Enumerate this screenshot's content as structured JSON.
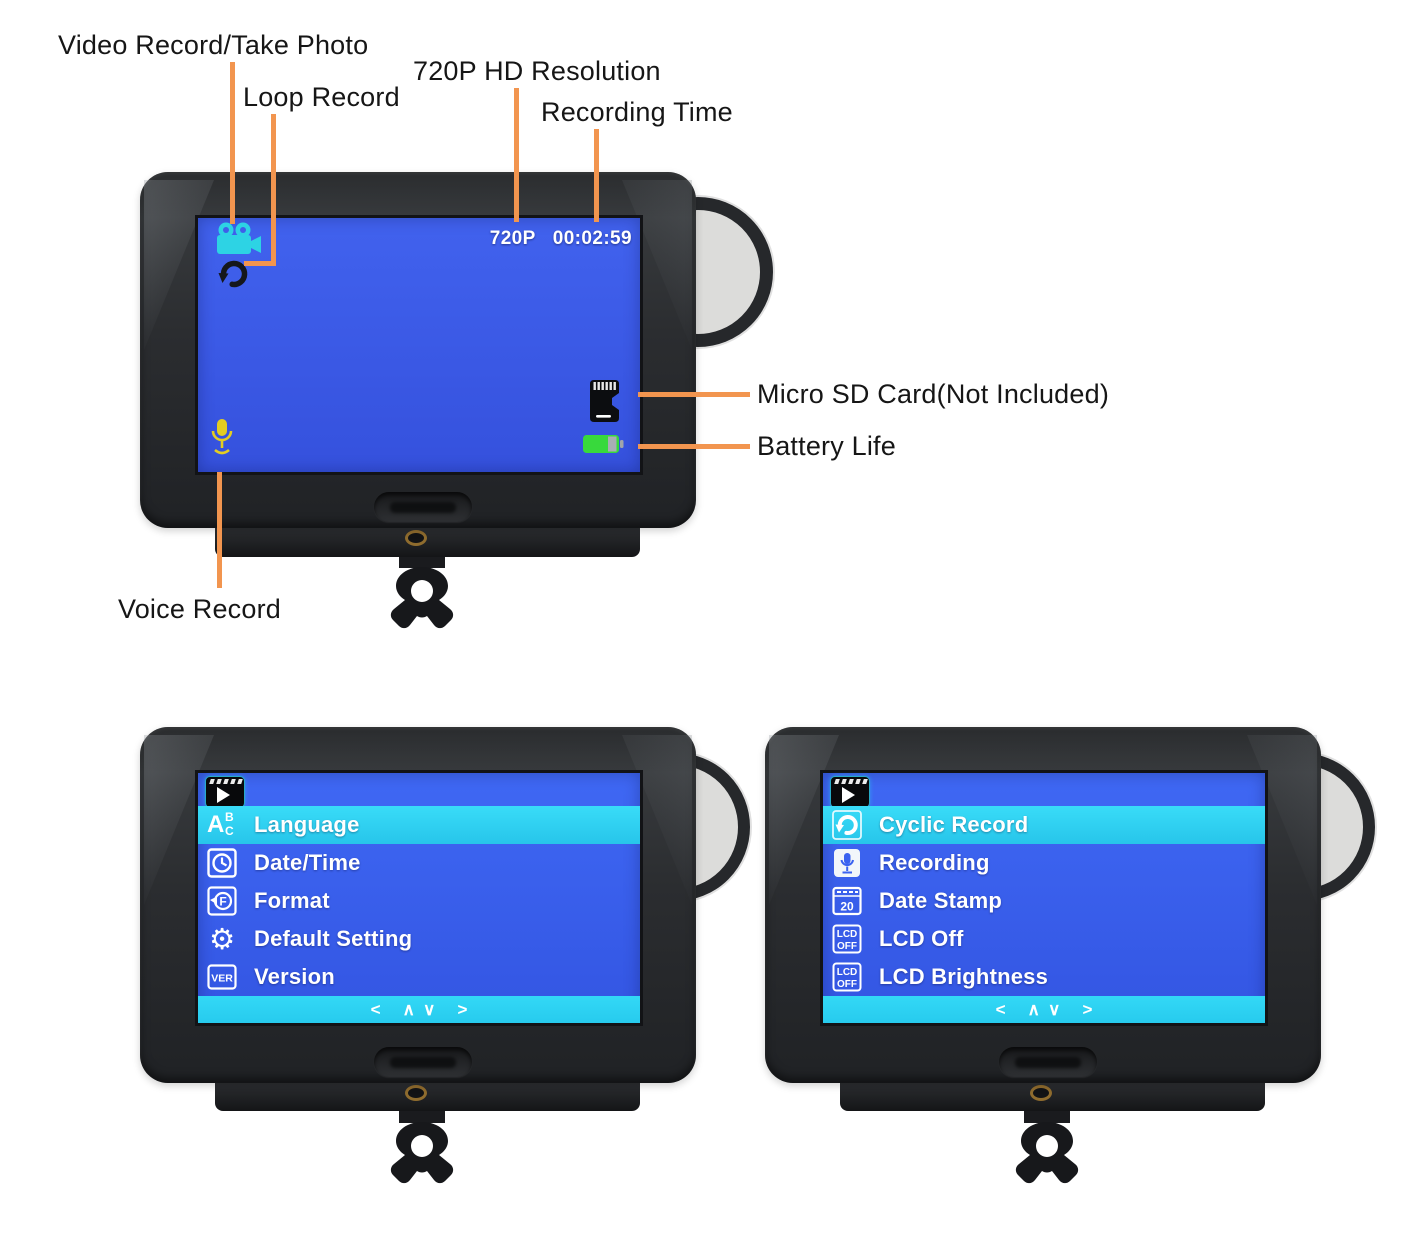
{
  "callouts": {
    "video_record": "Video Record/Take Photo",
    "loop_record": "Loop Record",
    "resolution": "720P HD Resolution",
    "recording_time": "Recording Time",
    "micro_sd_card": "Micro SD Card(Not Included)",
    "battery_life": "Battery Life",
    "voice_record": "Voice Record"
  },
  "recording_screen": {
    "resolution": "720P",
    "time": "00:02:59",
    "icons": [
      "video-camera-icon",
      "loop-record-icon",
      "microphone-icon",
      "micro-sd-card-icon",
      "battery-icon"
    ]
  },
  "settings_menu": {
    "header_icon": "movie-clapper-icon",
    "selected": "Language",
    "items": [
      {
        "label": "Language",
        "icon": "abc-language-icon"
      },
      {
        "label": "Date/Time",
        "icon": "clock-icon"
      },
      {
        "label": "Format",
        "icon": "format-refresh-icon"
      },
      {
        "label": "Default Setting",
        "icon": "gear-icon"
      },
      {
        "label": "Version",
        "icon": "version-icon"
      }
    ],
    "nav": {
      "left": "<",
      "up": "∧",
      "down": "∨",
      "right": ">"
    }
  },
  "video_menu": {
    "header_icon": "movie-clapper-icon",
    "selected": "Cyclic Record",
    "items": [
      {
        "label": "Cyclic Record",
        "icon": "cyclic-loop-icon"
      },
      {
        "label": "Recording",
        "icon": "microphone-tile-icon"
      },
      {
        "label": "Date Stamp",
        "icon": "calendar-icon"
      },
      {
        "label": "LCD Off",
        "icon": "lcd-off-icon"
      },
      {
        "label": "LCD Brightness",
        "icon": "lcd-off-icon"
      }
    ],
    "nav": {
      "left": "<",
      "up": "∧",
      "down": "∨",
      "right": ">"
    }
  },
  "icon_texts": {
    "language_a": "A",
    "language_b": "B",
    "language_c": "C",
    "format_f": "F",
    "version": "VER",
    "gear": "⚙",
    "date_stamp_day": "20",
    "lcd_line1": "LCD",
    "lcd_line2": "OFF"
  },
  "colors": {
    "screen_blue": "#3c5ce8",
    "menu_blue": "#3a62f0",
    "highlight_cyan": "#2fd4f5",
    "navbar_cyan": "#2dd2f2",
    "callout_orange": "#f2954f",
    "battery_green": "#38d93c",
    "camera_cyan": "#2dd3e4",
    "mic_yellow": "#e3cd22"
  }
}
